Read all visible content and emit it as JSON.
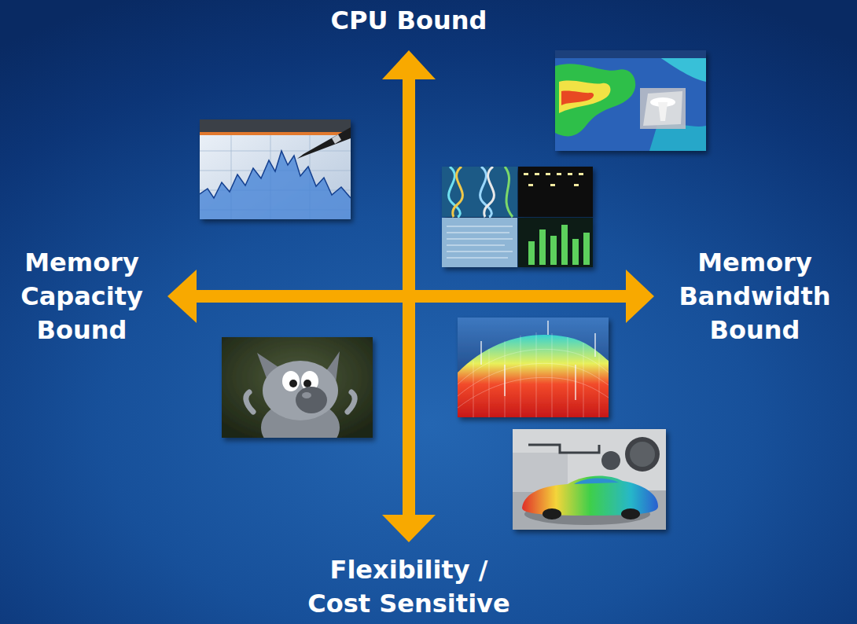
{
  "diagram": {
    "labels": [
      "CPU Bound",
      "Memory Capacity Bound",
      "Memory Bandwidth Bound",
      "Flexibility / Cost Sensitive"
    ]
  }
}
